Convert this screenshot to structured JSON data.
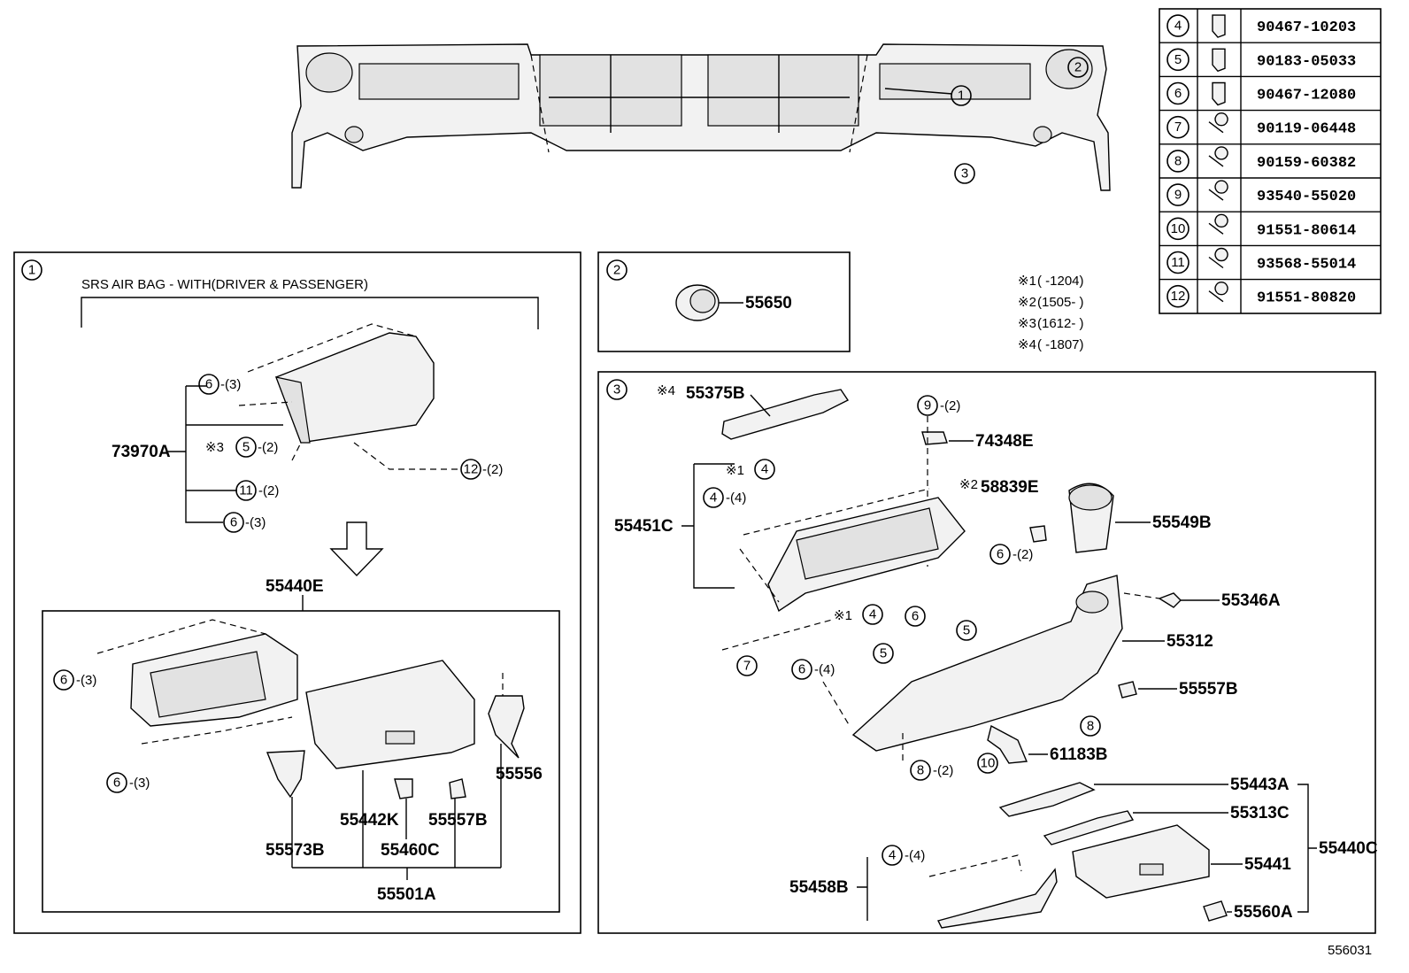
{
  "diagram_code": "556031",
  "fastener_table": [
    {
      "ref": "4",
      "part_no": "90467-10203"
    },
    {
      "ref": "5",
      "part_no": "90183-05033"
    },
    {
      "ref": "6",
      "part_no": "90467-12080"
    },
    {
      "ref": "7",
      "part_no": "90119-06448"
    },
    {
      "ref": "8",
      "part_no": "90159-60382"
    },
    {
      "ref": "9",
      "part_no": "93540-55020"
    },
    {
      "ref": "10",
      "part_no": "91551-80614"
    },
    {
      "ref": "11",
      "part_no": "93568-55014"
    },
    {
      "ref": "12",
      "part_no": "91551-80820"
    }
  ],
  "notes": [
    {
      "mark": "※1",
      "range": "(      -1204)"
    },
    {
      "mark": "※2",
      "range": "(1505-      )"
    },
    {
      "mark": "※3",
      "range": "(1612-      )"
    },
    {
      "mark": "※4",
      "range": "(      -1807)"
    }
  ],
  "overview": {
    "callouts": [
      "1",
      "2",
      "3"
    ]
  },
  "panel1": {
    "index": "1",
    "caption": "SRS AIR BAG - WITH(DRIVER & PASSENGER)",
    "assembly": "73970A",
    "subassembly": "55440E",
    "bottom_assembly": "55501A",
    "parts": [
      "55442K",
      "55557B",
      "55556",
      "55573B",
      "55460C"
    ],
    "callouts": [
      {
        "ref": "6",
        "qty": "-(3)"
      },
      {
        "mark": "※3",
        "ref": "5",
        "qty": "-(2)"
      },
      {
        "ref": "11",
        "qty": "-(2)"
      },
      {
        "ref": "6",
        "qty": "-(3)"
      },
      {
        "ref": "12",
        "qty": "-(2)"
      },
      {
        "ref": "6",
        "qty": "-(3)"
      },
      {
        "ref": "6",
        "qty": "-(3)"
      }
    ]
  },
  "panel2": {
    "index": "2",
    "part": "55650"
  },
  "panel3": {
    "index": "3",
    "parts": {
      "p55375B": "55375B",
      "p74348E": "74348E",
      "p58839E": "58839E",
      "p55451C": "55451C",
      "p55549B": "55549B",
      "p55346A": "55346A",
      "p55312": "55312",
      "p55557B": "55557B",
      "p61183B": "61183B",
      "p55443A": "55443A",
      "p55313C": "55313C",
      "p55440C": "55440C",
      "p55441": "55441",
      "p55458B": "55458B",
      "p55560A": "55560A"
    },
    "marks": {
      "m4": "※4",
      "m1": "※1",
      "m2": "※2"
    },
    "qty": {
      "q2": "-(2)",
      "q4": "-(4)"
    }
  }
}
